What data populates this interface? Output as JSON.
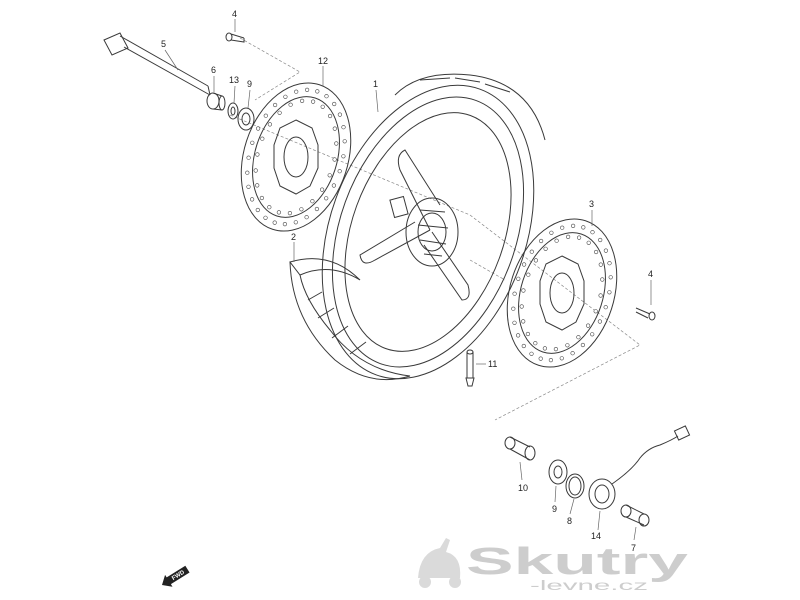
{
  "callouts": [
    "1",
    "2",
    "3",
    "4",
    "4",
    "5",
    "6",
    "7",
    "8",
    "9",
    "9",
    "10",
    "11",
    "12",
    "13",
    "14"
  ],
  "direction_label": "FWD",
  "watermark": {
    "brand": "Skutry",
    "sub": "-levne.cz"
  }
}
